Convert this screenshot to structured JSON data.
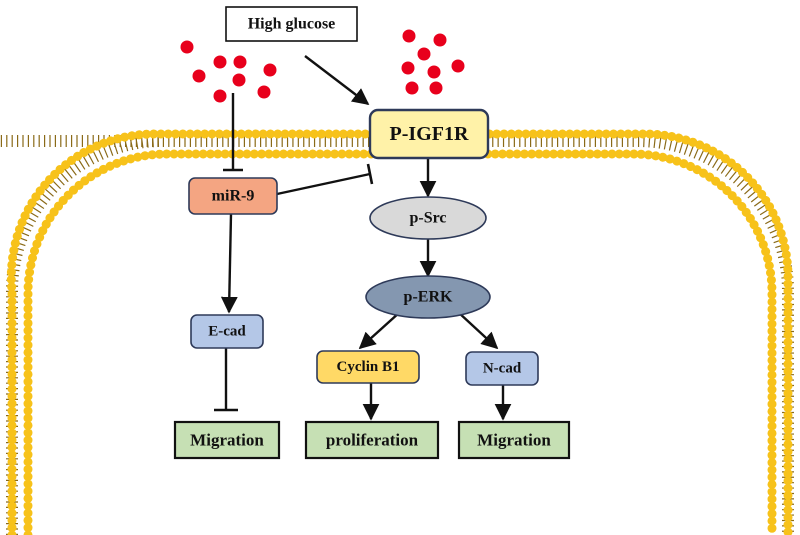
{
  "colors": {
    "membrane": "#F7C21A",
    "membrane_tail": "#8a6a18",
    "glucose": "#E8001C",
    "receptor_fill": "#FFF2A8",
    "receptor_stroke": "#2E3A59",
    "mir_fill": "#F4A582",
    "src_fill": "#D9D9D9",
    "erk_fill": "#8497B0",
    "cad_fill": "#B4C7E7",
    "cyclin_fill": "#FFD966",
    "outcome_fill": "#C6E0B4",
    "edge": "#111111"
  },
  "labels": {
    "stimulus": "High glucose",
    "receptor": "P-IGF1R",
    "mirna": "miR-9",
    "src": "p-Src",
    "erk": "p-ERK",
    "ecad": "E-cad",
    "cyclin": "Cyclin B1",
    "ncad": "N-cad",
    "outcome_left": "Migration",
    "outcome_middle": "proliferation",
    "outcome_right": "Migration"
  },
  "edges": [
    {
      "from": "stimulus",
      "to": "receptor",
      "type": "activation"
    },
    {
      "from": "glucose-cluster-left",
      "to": "mirna",
      "type": "inhibition"
    },
    {
      "from": "mirna",
      "to": "receptor",
      "type": "inhibition"
    },
    {
      "from": "receptor",
      "to": "src",
      "type": "activation"
    },
    {
      "from": "src",
      "to": "erk",
      "type": "activation"
    },
    {
      "from": "erk",
      "to": "cyclin",
      "type": "activation"
    },
    {
      "from": "erk",
      "to": "ncad",
      "type": "activation"
    },
    {
      "from": "mirna",
      "to": "ecad",
      "type": "activation"
    },
    {
      "from": "ecad",
      "to": "outcome_left",
      "type": "inhibition"
    },
    {
      "from": "cyclin",
      "to": "outcome_middle",
      "type": "activation"
    },
    {
      "from": "ncad",
      "to": "outcome_right",
      "type": "activation"
    }
  ]
}
